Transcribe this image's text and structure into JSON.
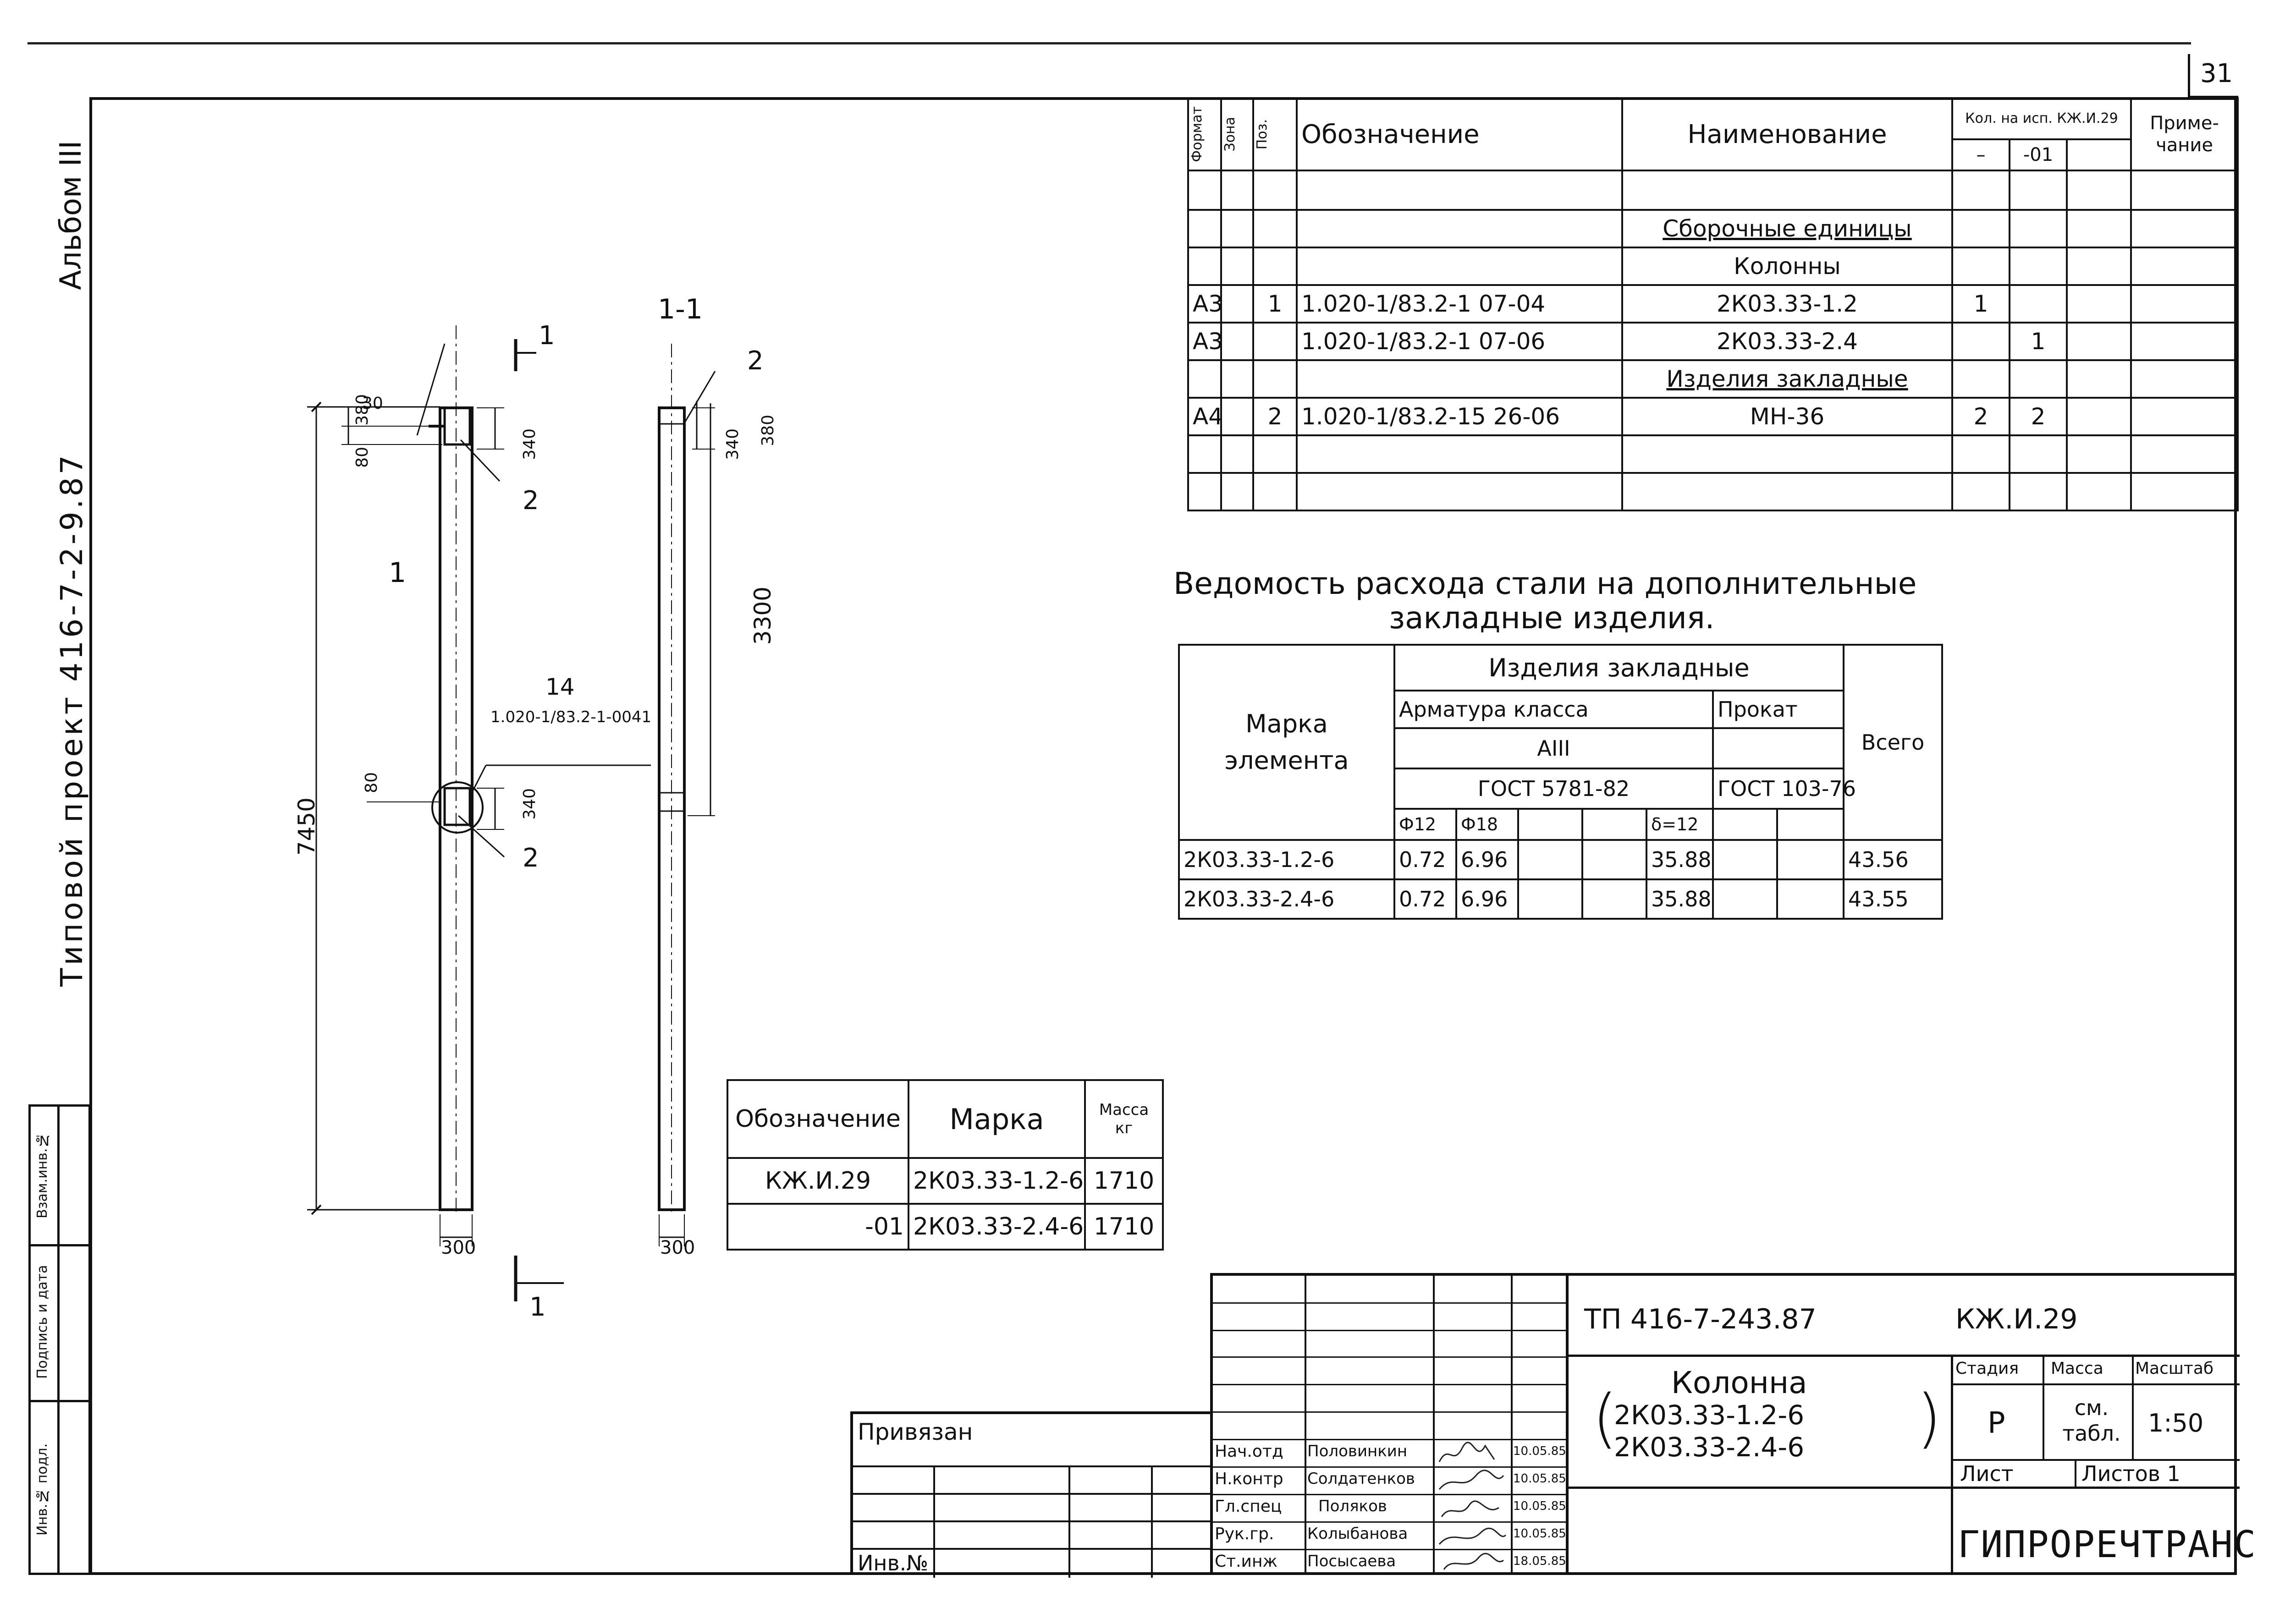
{
  "page_number": "31",
  "side": {
    "album": "Альбом III",
    "project": "Типовой проект 416-7-2-9.87",
    "stamp_labels": [
      "Инв.№ подл.",
      "Подпись и дата",
      "Взам.инв.№"
    ]
  },
  "drawing": {
    "section_label": "1-1",
    "cut_label_top": "1",
    "cut_label_bottom": "1",
    "height_total": "7450",
    "height_upper": "3300",
    "dim_380": "380",
    "dim_80_top": "80",
    "dim_30": "30",
    "dim_340_a": "340",
    "dim_340_b": "340",
    "dim_340_c": "340",
    "dim_380_b": "380",
    "dim_80_mid": "80",
    "width_a": "300",
    "width_b": "300",
    "leader_1": "1",
    "leader_2a": "2",
    "leader_2b": "2",
    "leader_2c": "2",
    "node_num": "14",
    "node_ref": "1.020-1/83.2-1-0041"
  },
  "spec_table": {
    "headers": {
      "format": "Формат",
      "zone": "Зона",
      "pos": "Поз.",
      "designation": "Обозначение",
      "name": "Наименование",
      "qty": "Кол. на исп. КЖ.И.29",
      "qty_dash": "–",
      "qty_01": "-01",
      "note": "Приме-чание"
    },
    "rows": [
      {
        "format": "",
        "pos": "",
        "designation": "",
        "name": "",
        "q1": "",
        "q2": "",
        "style": ""
      },
      {
        "format": "",
        "pos": "",
        "designation": "",
        "name": "Сборочные единицы",
        "q1": "",
        "q2": "",
        "style": "u"
      },
      {
        "format": "",
        "pos": "",
        "designation": "",
        "name": "Колонны",
        "q1": "",
        "q2": "",
        "style": ""
      },
      {
        "format": "А3",
        "pos": "1",
        "designation": "1.020-1/83.2-1 07-04",
        "name": "2К03.33-1.2",
        "q1": "1",
        "q2": "",
        "style": ""
      },
      {
        "format": "А3",
        "pos": "",
        "designation": "1.020-1/83.2-1 07-06",
        "name": "2К03.33-2.4",
        "q1": "",
        "q2": "1",
        "style": ""
      },
      {
        "format": "",
        "pos": "",
        "designation": "",
        "name": "Изделия закладные",
        "q1": "",
        "q2": "",
        "style": "u"
      },
      {
        "format": "А4",
        "pos": "2",
        "designation": "1.020-1/83.2-15 26-06",
        "name": "МН-36",
        "q1": "2",
        "q2": "2",
        "style": ""
      },
      {
        "format": "",
        "pos": "",
        "designation": "",
        "name": "",
        "q1": "",
        "q2": "",
        "style": ""
      },
      {
        "format": "",
        "pos": "",
        "designation": "",
        "name": "",
        "q1": "",
        "q2": "",
        "style": ""
      }
    ]
  },
  "steel_title_1": "Ведомость расхода стали на дополнительные",
  "steel_title_2": "закладные изделия.",
  "steel_table": {
    "mark_label": "Марка элемента",
    "group": "Изделия закладные",
    "rebar": "Арматура класса",
    "rolled": "Прокат",
    "class": "АIII",
    "gost_a": "ГОСТ 5781-82",
    "gost_b": "ГОСТ 103-76",
    "d12": "Ф12",
    "d18": "Ф18",
    "t12": "δ=12",
    "total": "Всего",
    "rows": [
      {
        "mark": "2К03.33-1.2-6",
        "d12": "0.72",
        "d18": "6.96",
        "t12": "35.88",
        "total": "43.56"
      },
      {
        "mark": "2К03.33-2.4-6",
        "d12": "0.72",
        "d18": "6.96",
        "t12": "35.88",
        "total": "43.55"
      }
    ]
  },
  "mark_table": {
    "headers": {
      "designation": "Обозначение",
      "mark": "Марка",
      "mass": "Масса кг"
    },
    "rows": [
      {
        "designation": "КЖ.И.29",
        "mark": "2К03.33-1.2-6",
        "mass": "1710"
      },
      {
        "designation": "-01",
        "mark": "2К03.33-2.4-6",
        "mass": "1710"
      }
    ]
  },
  "title_block": {
    "code": "ТП 416-7-243.87",
    "doc": "КЖ.И.29",
    "title": "Колонна",
    "sub1": "2К03.33-1.2-6",
    "sub2": "2К03.33-2.4-6",
    "stage_label": "Стадия",
    "mass_label": "Масса",
    "scale_label": "Масштаб",
    "stage": "Р",
    "mass": "см. табл.",
    "scale": "1:50",
    "sheet_label": "Лист",
    "sheets_label": "Листов 1",
    "org": "ГИПРОРЕЧТРАНС",
    "privyazan": "Привязан",
    "inv": "Инв.№",
    "people": [
      {
        "role": "Нач.отд",
        "name": "Половинкин",
        "date": "10.05.85"
      },
      {
        "role": "Н.контр",
        "name": "Солдатенков",
        "date": "10.05.85"
      },
      {
        "role": "Гл.спец",
        "name": "Поляков",
        "date": "10.05.85"
      },
      {
        "role": "Рук.гр.",
        "name": "Колыбанова",
        "date": "10.05.85"
      },
      {
        "role": "Ст.инж",
        "name": "Посысаева",
        "date": "18.05.85"
      }
    ]
  }
}
